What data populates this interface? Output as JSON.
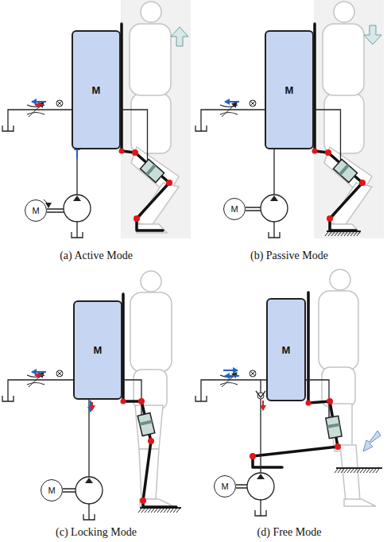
{
  "diagram": {
    "nodes": [
      {
        "text": [
          "M"
        ]
      },
      {
        "text": [
          "M"
        ]
      },
      {
        "text": [
          "M"
        ]
      },
      {
        "text": [
          "M"
        ]
      },
      {
        "text": [
          "M"
        ]
      },
      {
        "text": [
          "M"
        ]
      },
      {
        "text": [
          "M"
        ]
      },
      {
        "text": [
          "M"
        ]
      }
    ],
    "labels": [
      "(a) Active Mode",
      "(b) Passive Mode",
      "(c) Locking Mode",
      "(d) Free Mode"
    ]
  }
}
